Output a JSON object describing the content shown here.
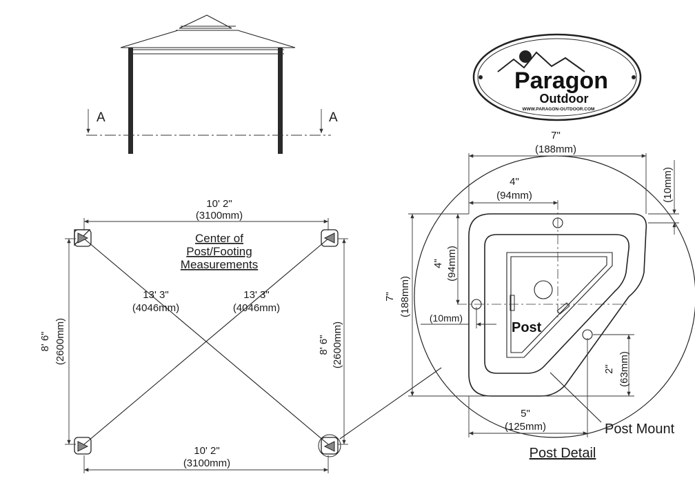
{
  "front_view": {
    "section_left": "A",
    "section_right": "A"
  },
  "plan_view": {
    "title_lines": [
      "Center of",
      "Post/Footing",
      "Measurements"
    ],
    "top_width": "10' 2\"",
    "top_width_mm": "(3100mm)",
    "bottom_width": "10' 2\"",
    "bottom_width_mm": "(3100mm)",
    "left_depth": "8' 6\"",
    "left_depth_mm": "(2600mm)",
    "right_depth": "8' 6\"",
    "right_depth_mm": "(2600mm)",
    "diag_left": "13' 3\"",
    "diag_left_mm": "(4046mm)",
    "diag_right": "13' 3\"",
    "diag_right_mm": "(4046mm)"
  },
  "logo": {
    "brand": "Paragon",
    "sub": "Outdoor",
    "url": "WWW.PARAGON-OUTDOOR.COM"
  },
  "post_detail": {
    "title": "Post Detail",
    "overall_width": "7\"",
    "overall_width_mm": "(188mm)",
    "overall_height": "7\"",
    "overall_height_mm": "(188mm)",
    "inner_width": "4\"",
    "inner_width_mm": "(94mm)",
    "inner_height": "4\"",
    "inner_height_mm": "(94mm)",
    "hole_offset_top": "(10mm)",
    "hole_offset_left": "(10mm)",
    "hole_height": "2\"",
    "hole_height_mm": "(63mm)",
    "base_width": "5\"",
    "base_width_mm": "(125mm)",
    "post_label": "Post",
    "mount_label": "Post Mount"
  }
}
